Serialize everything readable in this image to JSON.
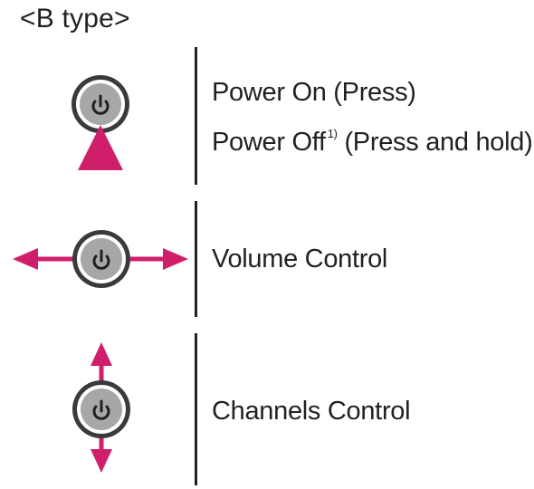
{
  "title": "<B type>",
  "rows": [
    {
      "lines": [
        {
          "text": "Power On (Press)"
        },
        {
          "text": "Power Off",
          "superscript": "1)",
          "after": "(Press and hold)"
        }
      ],
      "gesture": "press"
    },
    {
      "lines": [
        {
          "text": "Volume Control"
        }
      ],
      "gesture": "left-right"
    },
    {
      "lines": [
        {
          "text": "Channels Control"
        }
      ],
      "gesture": "up-down"
    }
  ],
  "icons": {
    "button": "power-button-icon",
    "arrow": "arrow-icon"
  },
  "colors": {
    "arrow": "#cf1e6a",
    "button_ring": "#3a3a3a",
    "button_fill": "#a7a7a7",
    "text": "#231f20"
  }
}
